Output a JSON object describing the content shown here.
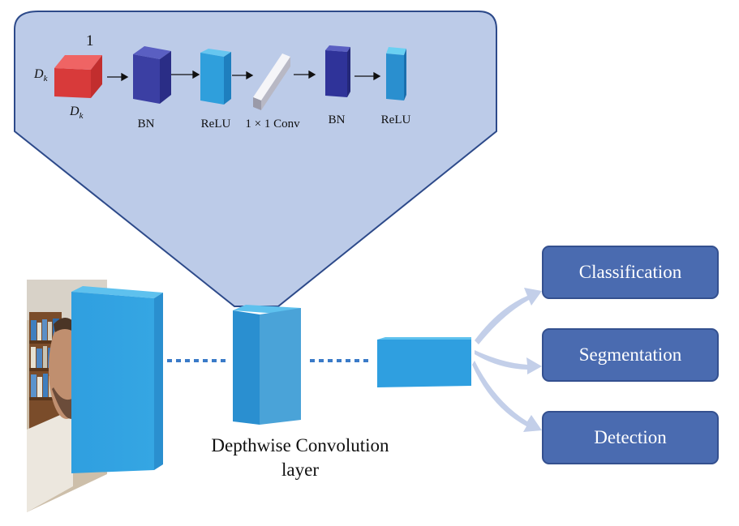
{
  "zoom_panel": {
    "top_dim_label": "1",
    "dk_side_label": "D",
    "dk_side_sub": "k",
    "dk_bottom_label": "D",
    "dk_bottom_sub": "k",
    "blocks": [
      {
        "label": "BN"
      },
      {
        "label": "ReLU"
      },
      {
        "label": "1 × 1 Conv"
      },
      {
        "label": "BN"
      },
      {
        "label": "ReLU"
      }
    ]
  },
  "main": {
    "layer_caption_line1": "Depthwise Convolution",
    "layer_caption_line2": "layer"
  },
  "tasks": [
    {
      "label": "Classification"
    },
    {
      "label": "Segmentation"
    },
    {
      "label": "Detection"
    }
  ],
  "colors": {
    "panel_fill": "#bccbe8",
    "panel_stroke": "#2d4a8a",
    "kernel_red": "#e24a4a",
    "bn_blue": "#3b3fa3",
    "relu_cyan": "#2f9fdc",
    "conv_white": "#e8e8ee",
    "layer_blue": "#2f9fe0",
    "task_box": "#4a6bb0",
    "dots": "#3a7bc8",
    "arrow": "#c3cfe9"
  }
}
